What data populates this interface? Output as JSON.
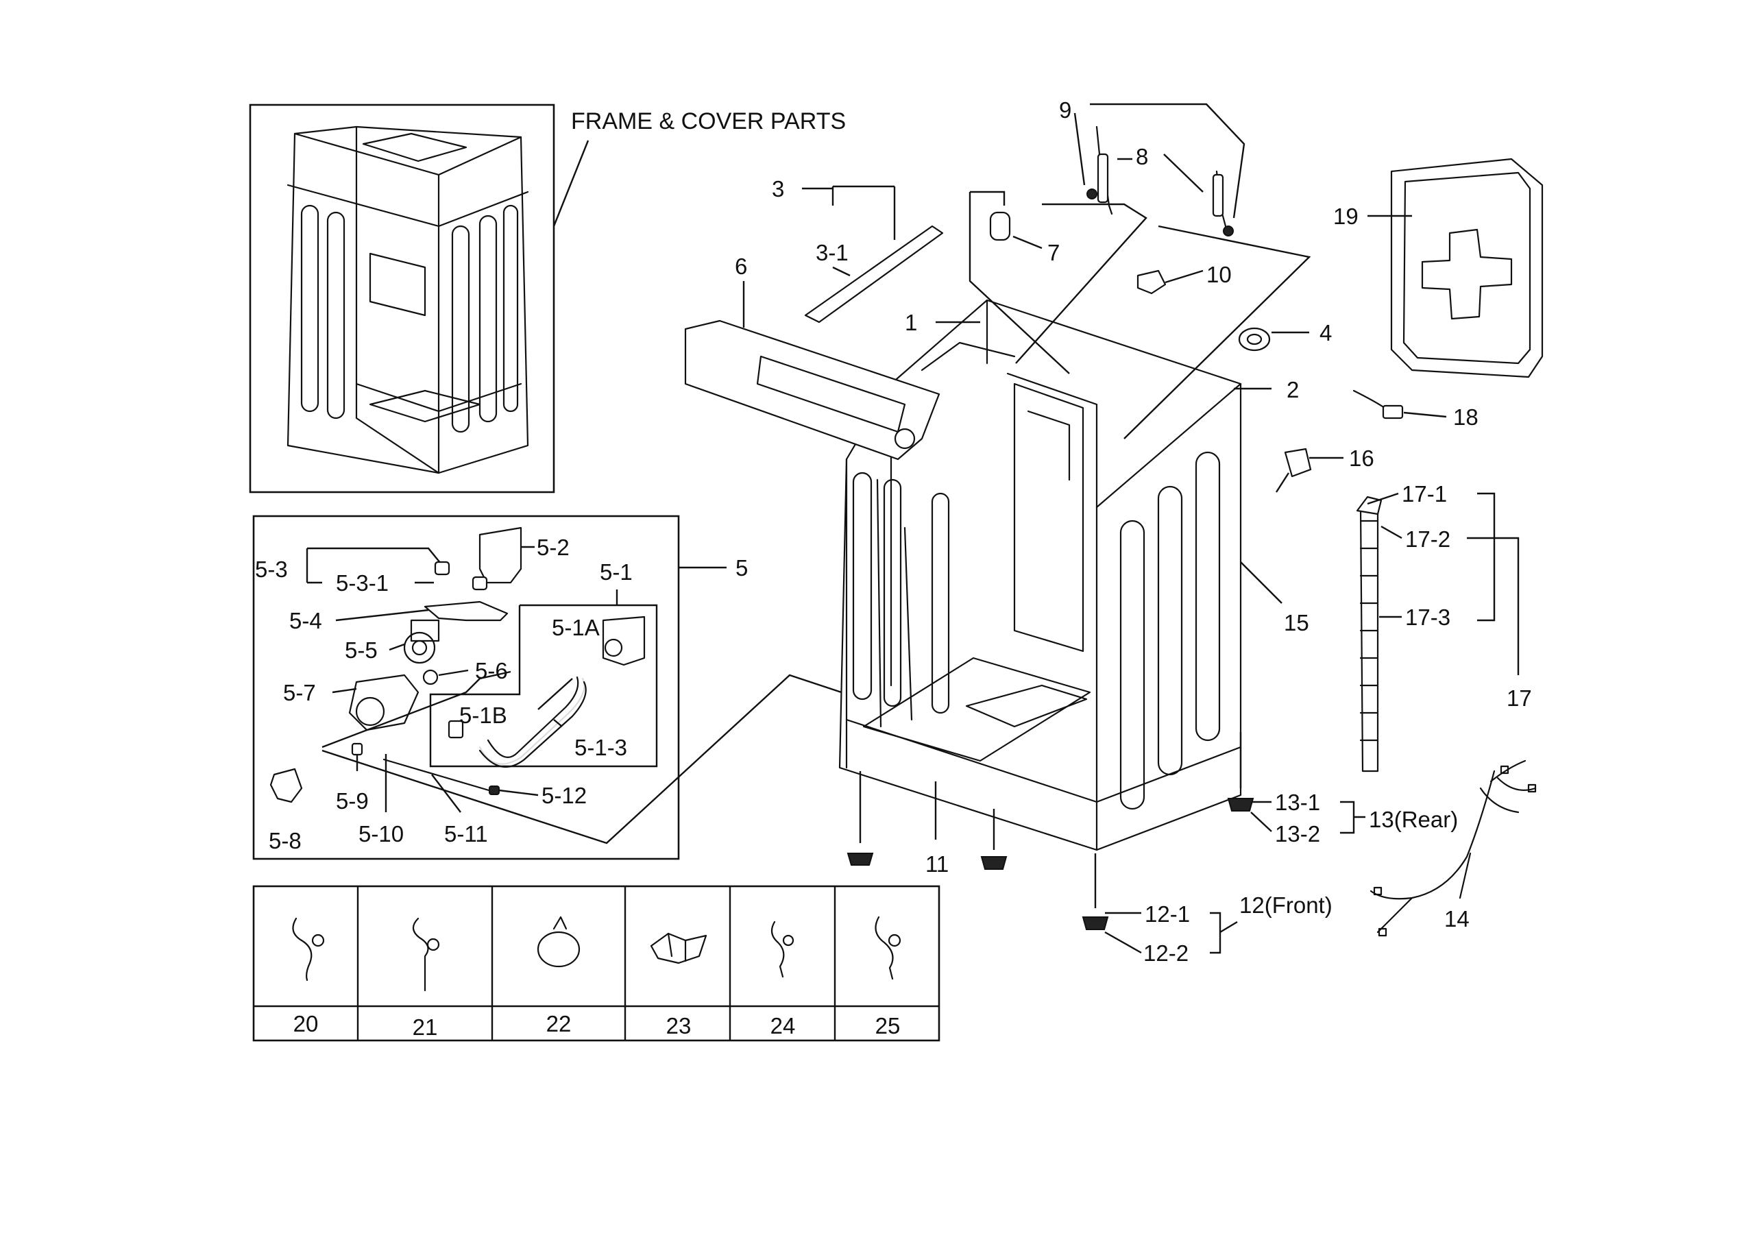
{
  "diagram": {
    "title": "FRAME & COVER PARTS",
    "labels": {
      "p1": "1",
      "p2": "2",
      "p3": "3",
      "p3_1": "3-1",
      "p4": "4",
      "p5": "5",
      "p5_1": "5-1",
      "p5_1A": "5-1A",
      "p5_1B": "5-1B",
      "p5_1_3": "5-1-3",
      "p5_2": "5-2",
      "p5_3": "5-3",
      "p5_3_1": "5-3-1",
      "p5_4": "5-4",
      "p5_5": "5-5",
      "p5_6": "5-6",
      "p5_7": "5-7",
      "p5_8": "5-8",
      "p5_9": "5-9",
      "p5_10": "5-10",
      "p5_11": "5-11",
      "p5_12": "5-12",
      "p6": "6",
      "p7": "7",
      "p8": "8",
      "p9": "9",
      "p10": "10",
      "p11": "11",
      "p12": "12(Front)",
      "p12_1": "12-1",
      "p12_2": "12-2",
      "p13": "13(Rear)",
      "p13_1": "13-1",
      "p13_2": "13-2",
      "p14": "14",
      "p15": "15",
      "p16": "16",
      "p17": "17",
      "p17_1": "17-1",
      "p17_2": "17-2",
      "p17_3": "17-3",
      "p18": "18",
      "p19": "19"
    },
    "clip_table": [
      "20",
      "21",
      "22",
      "23",
      "24",
      "25"
    ]
  }
}
